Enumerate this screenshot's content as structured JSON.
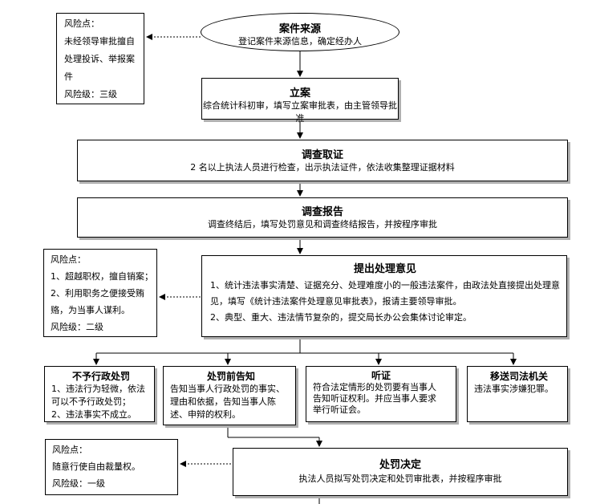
{
  "nodes": {
    "source": {
      "title": "案件来源",
      "desc": "登记案件来源信息，确定经办人"
    },
    "filing": {
      "title": "立案",
      "desc": "综合统计科初审，填写立案审批表，由主管领导批准"
    },
    "investigate": {
      "title": "调查取证",
      "desc": "2 名以上执法人员进行检查，出示执法证件，依法收集整理证据材料"
    },
    "report": {
      "title": "调查报告",
      "desc": "调查终结后，填写处罚意见和调查终结报告，并按程序审批"
    },
    "opinion": {
      "title": "提出处理意见",
      "lines": [
        "1、统计违法事实清楚、证据充分、处理难度小的一般违法案件，由政法处直接提出处理意见，填写《统计违法案件处理意见审批表》，报请主要领导审批。",
        "2、典型、重大、违法情节复杂的，提交局长办公会集体讨论审定。"
      ]
    },
    "no_penalty": {
      "title": "不予行政处罚",
      "lines": [
        "1、违法行为轻微，依法可以不予行政处罚；",
        "2、违法事实不成立。"
      ]
    },
    "notice": {
      "title": "处罚前告知",
      "desc": "告知当事人行政处罚的事实、理由和依据，告知当事人陈述、申辩的权利。"
    },
    "hearing": {
      "title": "听证",
      "desc": "符合法定情形的处罚要有当事人告知听证权利。并应当事人要求举行听证会。"
    },
    "transfer": {
      "title": "移送司法机关",
      "desc": "违法事实涉嫌犯罪。"
    },
    "decision": {
      "title": "处罚决定",
      "desc": "执法人员拟写处罚决定和处罚审批表，并按程序审批"
    }
  },
  "risks": {
    "r1": {
      "heading": "风险点：",
      "text": "未经领导审批擅自处理投诉、举报案件",
      "level": "风险级：三级"
    },
    "r2": {
      "heading": "风险点：",
      "items": [
        "1、超越职权，擅自销案；",
        "2、利用职务之便接受贿赂，为当事人谋利。"
      ],
      "level": "风险级：二级"
    },
    "r3": {
      "heading": "风险点：",
      "text": "随意行使自由裁量权。",
      "level": "风险级：一级"
    }
  }
}
